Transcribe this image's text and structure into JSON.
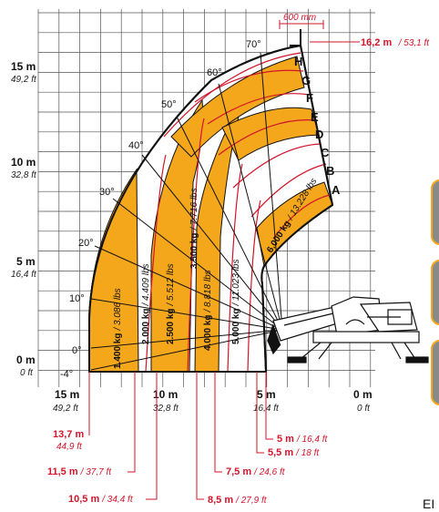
{
  "header_dim": {
    "label": "600 mm"
  },
  "max_height": {
    "m": "16,2 m",
    "ft": "/ 53,1 ft"
  },
  "y_labels": [
    {
      "m": "15 m",
      "ft": "49,2 ft"
    },
    {
      "m": "10 m",
      "ft": "32,8 ft"
    },
    {
      "m": "5 m",
      "ft": "16,4 ft"
    },
    {
      "m": "0 m",
      "ft": "0 ft"
    }
  ],
  "x_labels": [
    {
      "m": "15 m",
      "ft": "49,2 ft"
    },
    {
      "m": "10 m",
      "ft": "32,8 ft"
    },
    {
      "m": "5 m",
      "ft": "16,4 ft"
    },
    {
      "m": "0 m",
      "ft": "0 ft"
    }
  ],
  "angles": [
    "70°",
    "60°",
    "50°",
    "40°",
    "30°",
    "20°",
    "10°",
    "0°",
    "-4°"
  ],
  "extension_letters": [
    "H",
    "G",
    "F",
    "E",
    "D",
    "C",
    "B",
    "A"
  ],
  "capacity_bands": [
    {
      "kg": "1.400 kg",
      "lbs": "/ 3.086 lbs"
    },
    {
      "kg": "2.000 kg",
      "lbs": "/ 4.409 lbs"
    },
    {
      "kg": "2.500 kg",
      "lbs": "/ 5.512 lbs"
    },
    {
      "kg": "3.500 kg",
      "lbs": "/ 7.716 lbs"
    },
    {
      "kg": "4.000 kg",
      "lbs": "/ 8.818 lbs"
    },
    {
      "kg": "5.000 kg",
      "lbs": "/ 11.023 lbs"
    },
    {
      "kg": "6.000 kg",
      "lbs": "/ 13.228 lbs"
    }
  ],
  "reach_callouts": [
    {
      "m": "13,7 m",
      "ft": "44,9 ft"
    },
    {
      "m": "11,5 m",
      "ft": "/ 37,7 ft"
    },
    {
      "m": "10,5 m",
      "ft": "/ 34,4 ft"
    },
    {
      "m": "8,5 m",
      "ft": "/ 27,9 ft"
    },
    {
      "m": "7,5 m",
      "ft": "/ 24,6 ft"
    },
    {
      "m": "5,5 m",
      "ft": "/ 18 ft"
    },
    {
      "m": "5 m",
      "ft": "/ 16,4 ft"
    }
  ],
  "side_text": "EI",
  "colors": {
    "band": "#f5a71c",
    "red": "#d2152a",
    "grid": "#444444",
    "tab": "#8a8a8a"
  }
}
